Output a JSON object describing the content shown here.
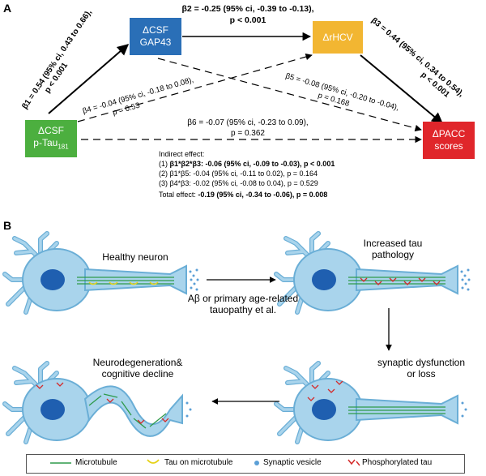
{
  "panel_a": {
    "label": "A",
    "boxes": {
      "csf_gap43": {
        "line1": "ΔCSF",
        "line2": "GAP43",
        "color": "#2a6fb7"
      },
      "rhcv": {
        "line1": "ΔrHCV",
        "color": "#f2b632"
      },
      "csf_ptau": {
        "line1": "ΔCSF",
        "line2": "p-Tau",
        "subscript": "181",
        "color": "#4caf3f"
      },
      "pacc": {
        "line1": "ΔPACC",
        "line2": "scores",
        "color": "#e0262b"
      }
    },
    "paths": {
      "b1": {
        "line1": "β1 = 0.54 (95% ci, 0.43 to 0.66),",
        "line2": "p < 0.001"
      },
      "b2": {
        "line1": "β2 = -0.25 (95% ci, -0.39 to -0.13),",
        "line2": "p < 0.001"
      },
      "b3": {
        "line1": "β3 = 0.44 (95% ci, 0.34 to 0.54),",
        "line2": "p < 0.001"
      },
      "b4": {
        "line1": "β4 = -0.04 (95% ci, -0.18 to 0.08),",
        "line2": "p = 0.53"
      },
      "b5": {
        "line1": "β5 = -0.08 (95% ci, -0.20 to -0.04),",
        "line2": "p = 0.168"
      },
      "b6": {
        "line1": "β6 = -0.07 (95% ci, -0.23 to 0.09),",
        "line2": "p = 0.362"
      }
    },
    "indirect": {
      "title": "Indirect effect:",
      "row1_prefix": "(1) ",
      "row1_bold": "β1*β2*β3: -0.06 (95% ci, -0.09 to -0.03), p < 0.001",
      "row2": "(2) β1*β5: -0.04 (95% ci, -0.11 to 0.02), p = 0.164",
      "row3": "(3) β4*β3: -0.02 (95% ci, -0.08 to 0.04), p = 0.529",
      "total_prefix": "Total effect: ",
      "total_bold": "-0.19 (95% ci, -0.34 to -0.06), p = 0.008"
    }
  },
  "panel_b": {
    "label": "B",
    "captions": {
      "healthy": "Healthy neuron",
      "increased_1": "Increased tau",
      "increased_2": "pathology",
      "abeta_1": "Aβ or primary age-related",
      "abeta_2": "tauopathy et al.",
      "synaptic_1": "synaptic dysfunction",
      "synaptic_2": "or loss",
      "neuro_1": "Neurodegeneration&",
      "neuro_2": "cognitive decline"
    },
    "legend": {
      "microtubule": "Microtubule",
      "tau": "Tau on microtubule",
      "vesicle": "Synaptic vesicle",
      "ptau": "Phosphorylated tau"
    },
    "colors": {
      "neuron_body": "#a9d4ec",
      "neuron_outline": "#6aaed6",
      "nucleus": "#1f5fb0",
      "microtubule": "#2e9a4a",
      "tau": "#e6d21a",
      "ptau": "#d42a2a",
      "vesicle": "#5b9fd6"
    }
  }
}
